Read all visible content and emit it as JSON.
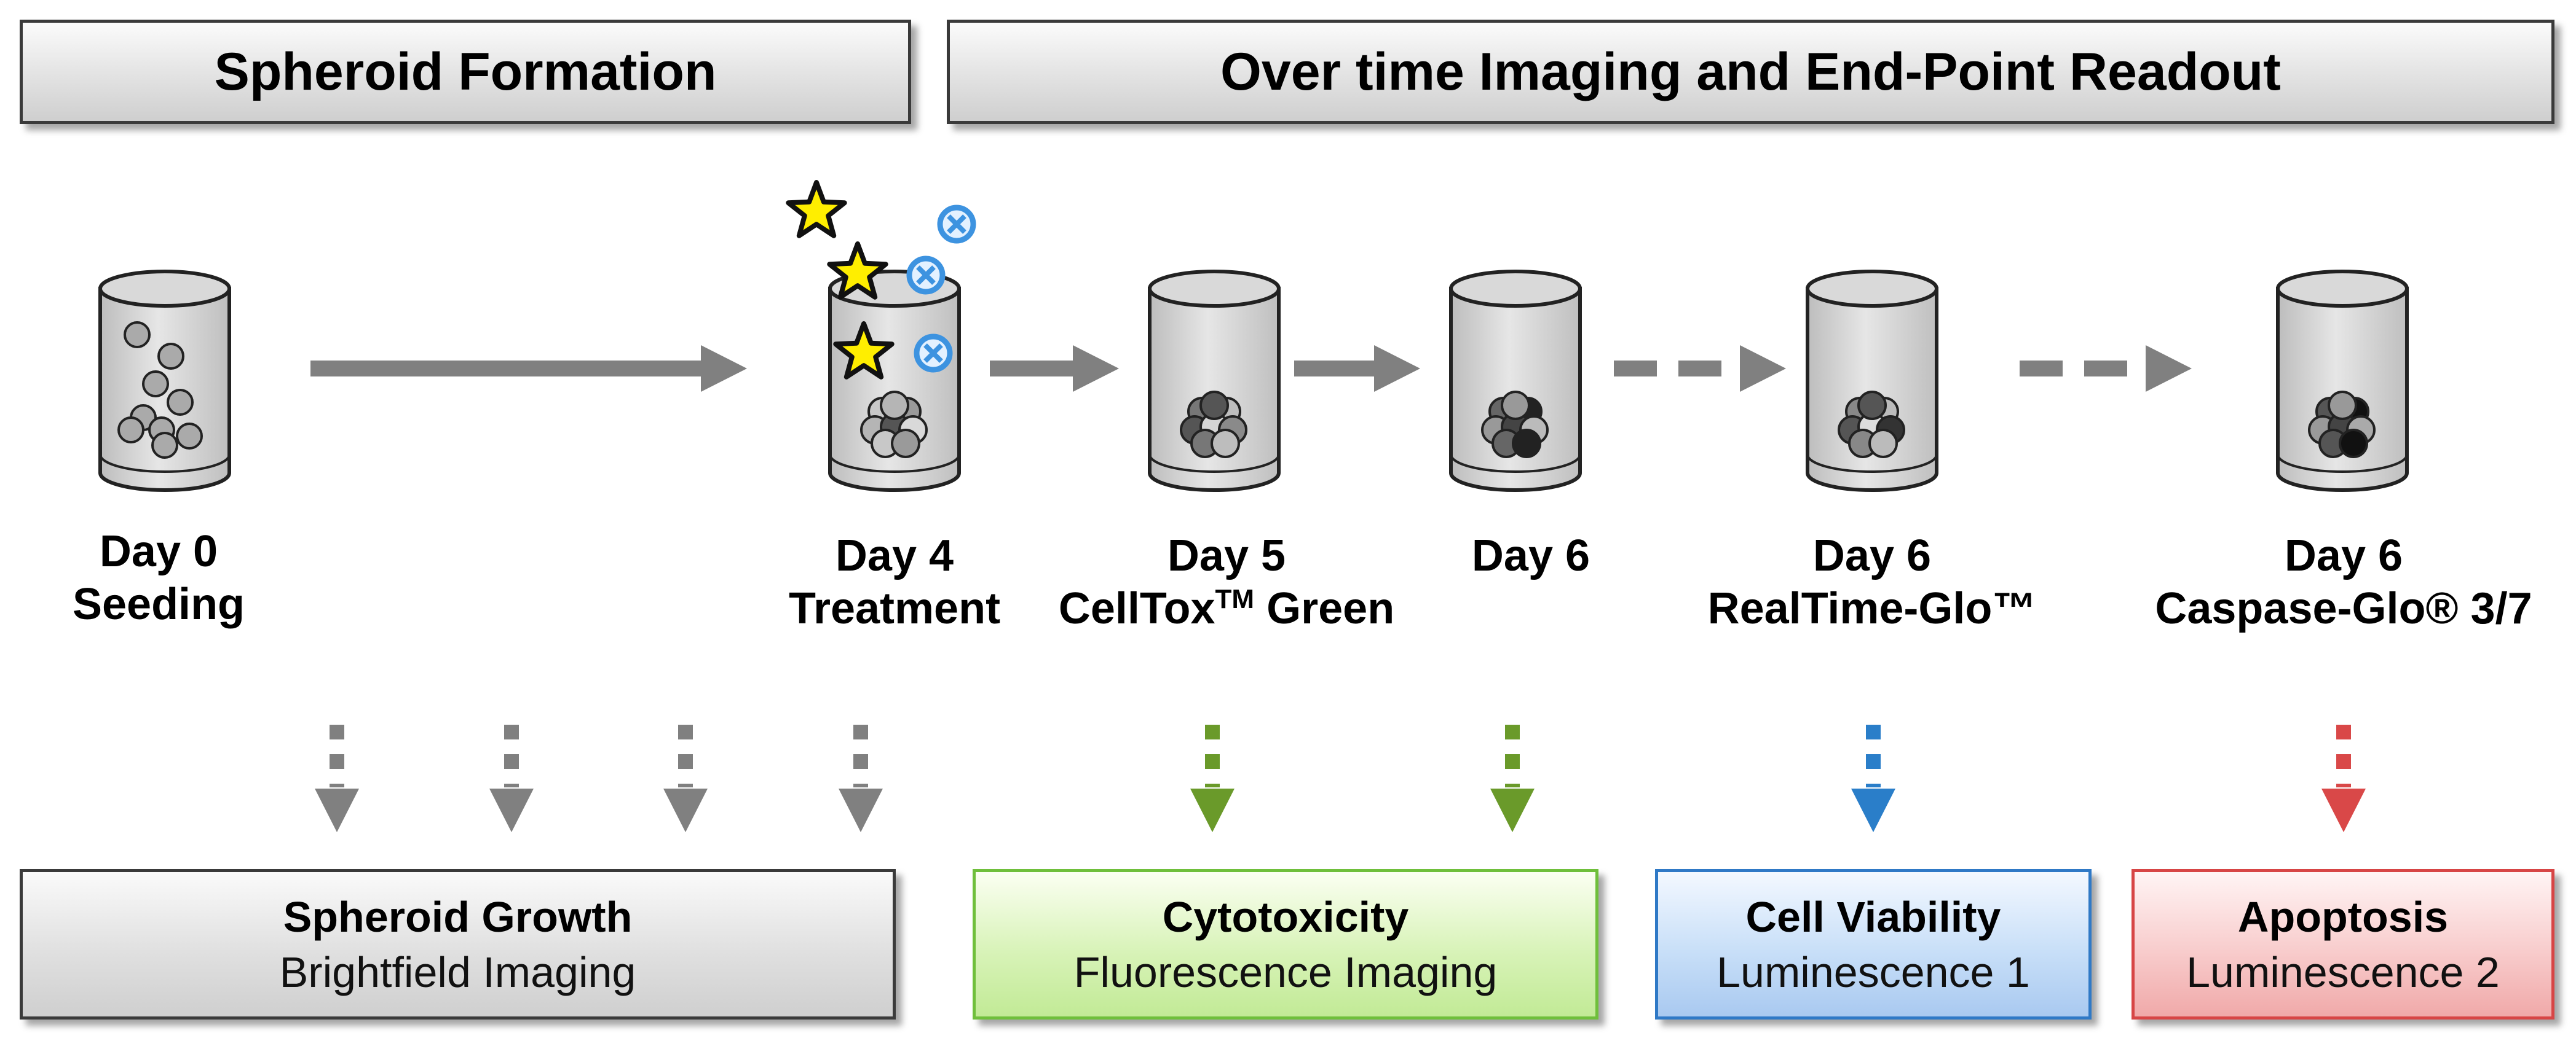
{
  "headers": {
    "left": "Spheroid Formation",
    "right": "Over time Imaging and End-Point Readout"
  },
  "timeline": [
    {
      "day": "Day 0",
      "step": "Seeding"
    },
    {
      "day": "Day 4",
      "step": "Treatment"
    },
    {
      "day": "Day 5",
      "step_main": "CellTox",
      "step_sup": "TM",
      "step_tail": " Green"
    },
    {
      "day": "Day 6",
      "step": ""
    },
    {
      "day": "Day 6",
      "step": "RealTime-Glo™"
    },
    {
      "day": "Day 6",
      "step": "Caspase-Glo® 3/7"
    }
  ],
  "readouts": {
    "growth": {
      "title": "Spheroid Growth",
      "subtitle": "Brightfield Imaging"
    },
    "cytotox": {
      "title": "Cytotoxicity",
      "subtitle": "Fluorescence Imaging"
    },
    "viability": {
      "title": "Cell Viability",
      "subtitle": "Luminescence 1"
    },
    "apoptosis": {
      "title": "Apoptosis",
      "subtitle": "Luminescence 2"
    }
  },
  "colors": {
    "arrow_gray": "#808080",
    "green": "#6a9a2a",
    "blue": "#2a7ec9",
    "red": "#d94848",
    "star": "#ffee00",
    "compound": "#3d93e0"
  },
  "icons": [
    "well-icon",
    "star-icon",
    "compound-icon",
    "arrow-icon"
  ]
}
